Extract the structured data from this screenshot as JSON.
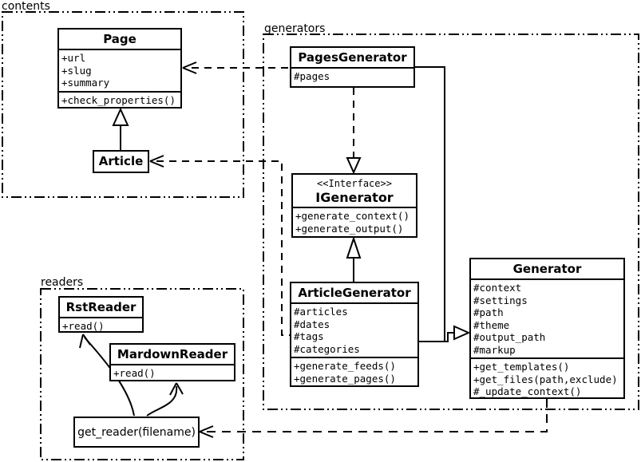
{
  "packages": [
    {
      "label": "contents"
    },
    {
      "label": "generators"
    },
    {
      "label": "readers"
    }
  ],
  "classes": {
    "page": {
      "name": "Page",
      "attributes": [
        "+url",
        "+slug",
        "+summary"
      ],
      "methods": [
        "+check_properties()"
      ]
    },
    "article": {
      "name": "Article"
    },
    "pagesGenerator": {
      "name": "PagesGenerator",
      "attributes": [
        "#pages"
      ]
    },
    "iGenerator": {
      "stereotype": "<<Interface>>",
      "name": "IGenerator",
      "methods": [
        "+generate_context()",
        "+generate_output()"
      ]
    },
    "articleGenerator": {
      "name": "ArticleGenerator",
      "attributes": [
        "#articles",
        "#dates",
        "#tags",
        "#categories"
      ],
      "methods": [
        "+generate_feeds()",
        "+generate_pages()"
      ]
    },
    "generator": {
      "name": "Generator",
      "attributes": [
        "#context",
        "#settings",
        "#path",
        "#theme",
        "#output_path",
        "#markup"
      ],
      "methods": [
        "+get_templates()",
        "+get_files(path,exclude)",
        "#_update_context()"
      ]
    },
    "rstReader": {
      "name": "RstReader",
      "methods": [
        "+read()"
      ]
    },
    "markdownReader": {
      "name": "MardownReader",
      "methods": [
        "+read()"
      ]
    },
    "getReader": {
      "label": "get_reader(filename)"
    }
  },
  "relationships": [
    {
      "from": "Article",
      "to": "Page",
      "type": "generalization"
    },
    {
      "from": "PagesGenerator",
      "to": "Page",
      "type": "dependency"
    },
    {
      "from": "ArticleGenerator",
      "to": "Article",
      "type": "dependency"
    },
    {
      "from": "PagesGenerator",
      "to": "IGenerator",
      "type": "realization"
    },
    {
      "from": "ArticleGenerator",
      "to": "IGenerator",
      "type": "generalization"
    },
    {
      "from": "PagesGenerator",
      "to": "Generator",
      "type": "generalization"
    },
    {
      "from": "ArticleGenerator",
      "to": "Generator",
      "type": "generalization"
    },
    {
      "from": "Generator",
      "to": "get_reader(filename)",
      "type": "dependency"
    },
    {
      "from": "get_reader(filename)",
      "to": "RstReader",
      "type": "association"
    },
    {
      "from": "get_reader(filename)",
      "to": "MardownReader",
      "type": "association"
    }
  ],
  "colors": {
    "line": "#000000",
    "background": "#ffffff",
    "box_fill": "#ffffff"
  }
}
